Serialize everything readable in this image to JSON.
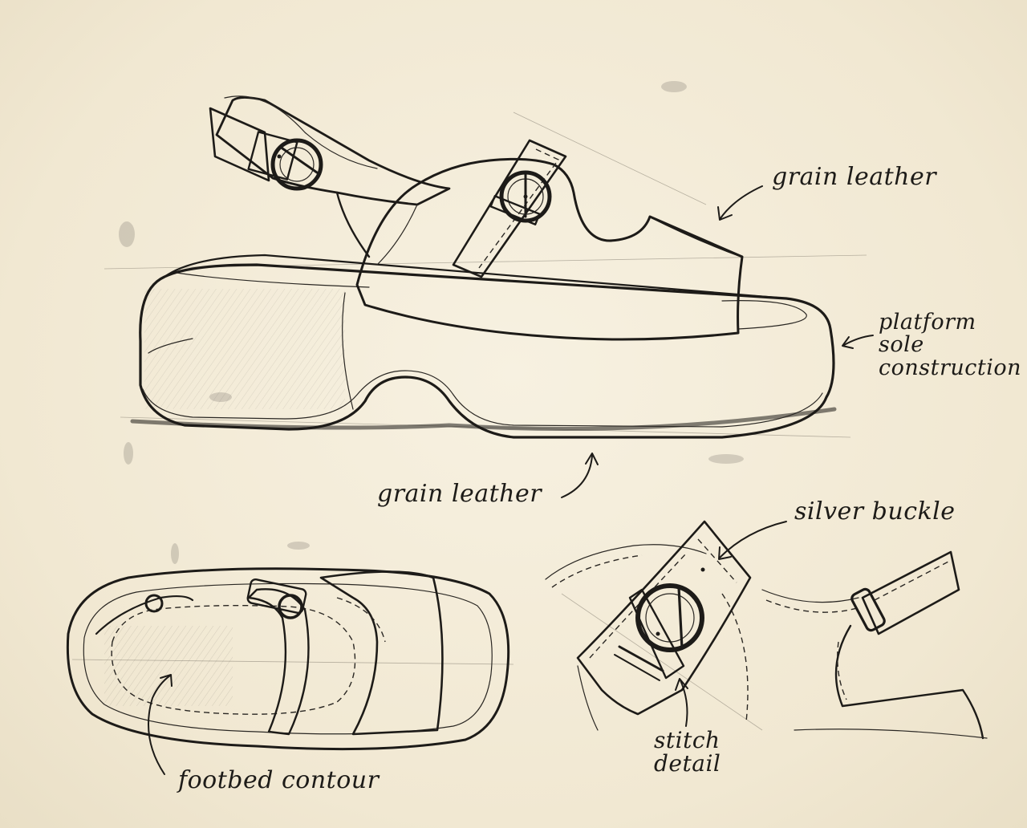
{
  "annotations": {
    "grain_leather_upper": "grain leather",
    "platform_sole": "platform\nsole\nconstruction",
    "grain_leather_outsole": "grain leather",
    "silver_buckle": "silver buckle",
    "footbed_contour": "footbed contour",
    "stitch_detail": "stitch\ndetail"
  },
  "colors": {
    "paper": "#f3ecd8",
    "ink": "#1d1b18"
  }
}
